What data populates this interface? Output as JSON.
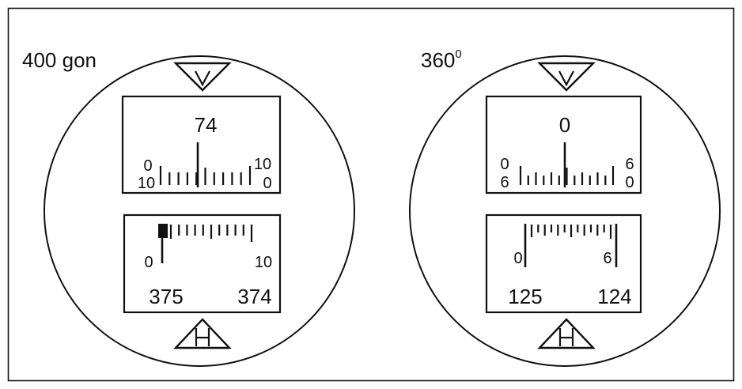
{
  "colors": {
    "ink": "#111111",
    "paper": "#ffffff"
  },
  "dials": [
    {
      "unit_label": "400 gon",
      "unit_superscript": "",
      "top_marker": "V",
      "bottom_marker": "H",
      "vertical_window": {
        "reading": "74",
        "left_top": "0",
        "left_bottom": "10",
        "right_top": "10",
        "right_bottom": "0"
      },
      "horizontal_window": {
        "left_scale": "0",
        "right_scale": "10",
        "left_reading": "375",
        "right_reading": "374"
      }
    },
    {
      "unit_label": "360",
      "unit_superscript": "0",
      "top_marker": "V",
      "bottom_marker": "H",
      "vertical_window": {
        "reading": "0",
        "left_top": "0",
        "left_bottom": "6",
        "right_top": "6",
        "right_bottom": "0"
      },
      "horizontal_window": {
        "left_scale": "0",
        "right_scale": "6",
        "left_reading": "125",
        "right_reading": "124"
      }
    }
  ]
}
